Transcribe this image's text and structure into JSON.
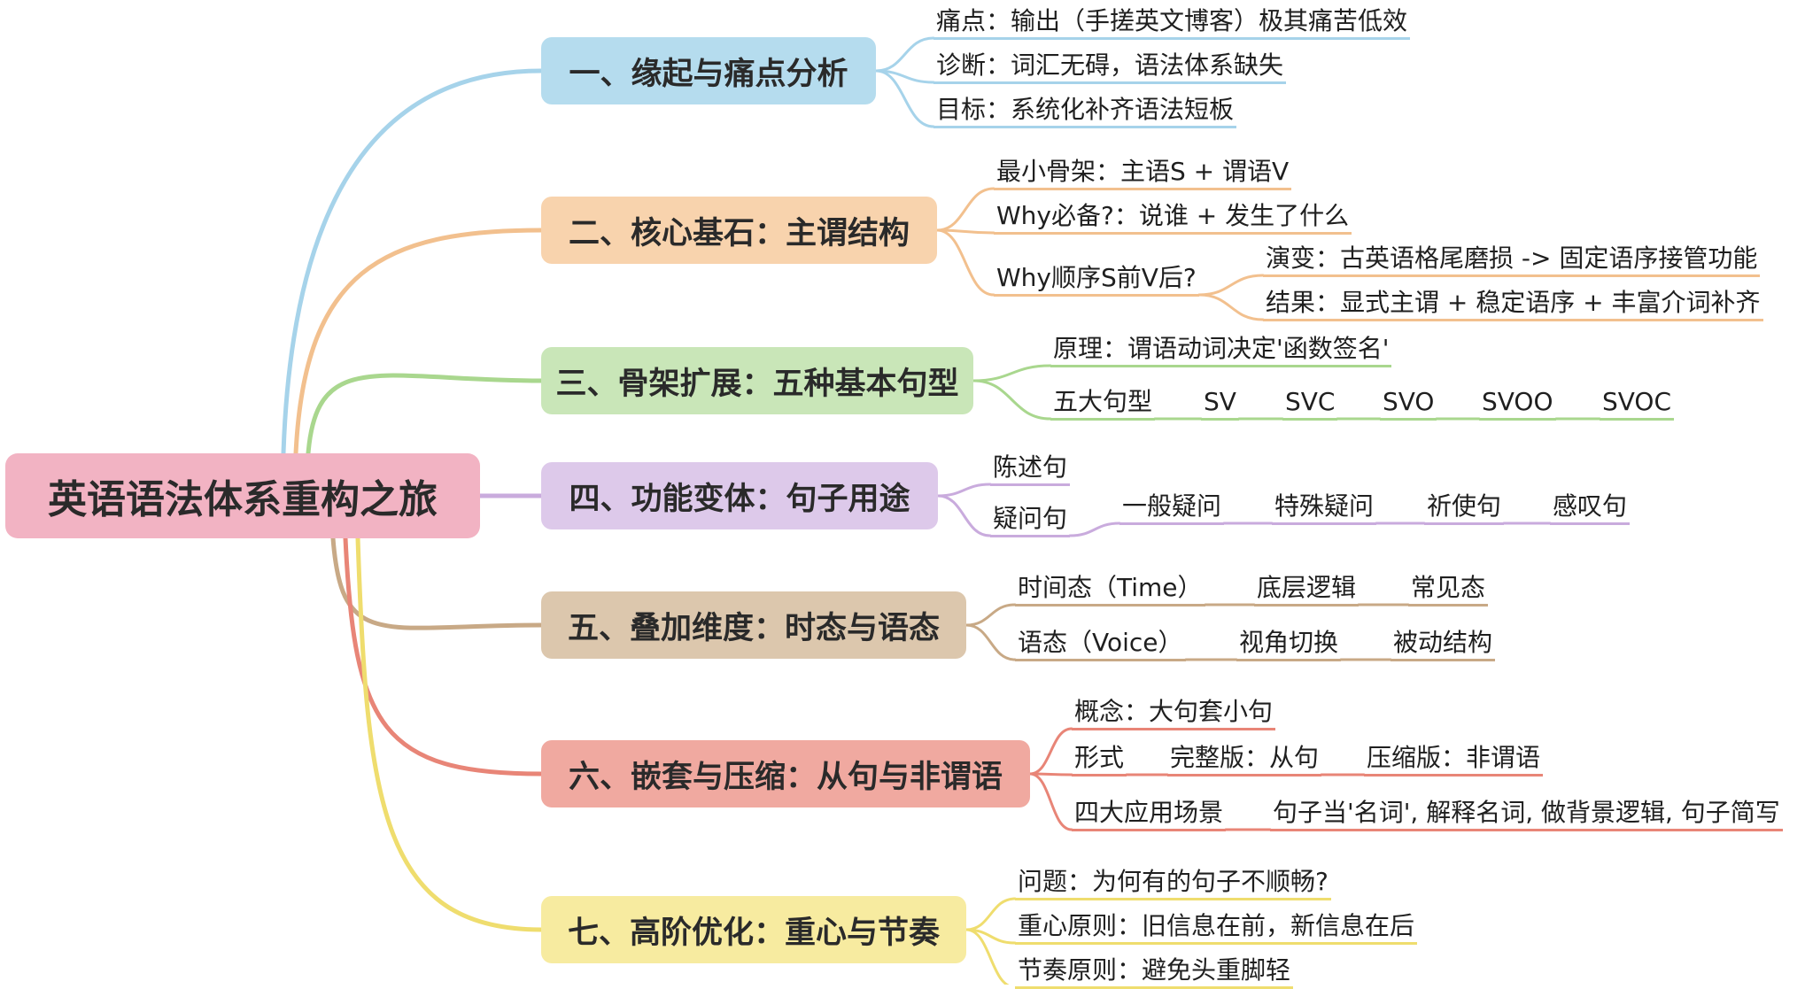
{
  "root": {
    "label": "英语语法体系重构之旅",
    "color": "#f2b3c3"
  },
  "branches": [
    {
      "label": "一、缘起与痛点分析",
      "fill": "#b5dcee",
      "stroke": "#a6d3ea",
      "items": [
        {
          "text": "痛点：输出（手搓英文博客）极其痛苦低效"
        },
        {
          "text": "诊断：词汇无碍，语法体系缺失"
        },
        {
          "text": "目标：系统化补齐语法短板"
        }
      ]
    },
    {
      "label": "二、核心基石：主谓结构",
      "fill": "#f8d3ad",
      "stroke": "#f2c08e",
      "items": [
        {
          "text": "最小骨架：主语S + 谓语V"
        },
        {
          "text": "Why必备?：说谁 + 发生了什么"
        },
        {
          "text": "Why顺序S前V后?",
          "children": [
            {
              "text": "演变：古英语格尾磨损 -> 固定语序接管功能"
            },
            {
              "text": "结果：显式主谓 + 稳定语序 + 丰富介词补齐"
            }
          ]
        }
      ]
    },
    {
      "label": "三、骨架扩展：五种基本句型",
      "fill": "#c9e6b8",
      "stroke": "#a9d78e",
      "items": [
        {
          "text": "原理：谓语动词决定'函数签名'"
        },
        {
          "text": "五大句型",
          "chain": [
            "SV",
            "SVC",
            "SVO",
            "SVOO",
            "SVOC"
          ]
        }
      ]
    },
    {
      "label": "四、功能变体：句子用途",
      "fill": "#ddc9ea",
      "stroke": "#c9abdd",
      "items": [
        {
          "text": "陈述句"
        },
        {
          "text": "疑问句",
          "chain": [
            "一般疑问",
            "特殊疑问",
            "祈使句",
            "感叹句"
          ]
        }
      ]
    },
    {
      "label": "五、叠加维度：时态与语态",
      "fill": "#dcc7ad",
      "stroke": "#c8a986",
      "items": [
        {
          "text": "时间态（Time）",
          "chain": [
            "底层逻辑",
            "常见态"
          ]
        },
        {
          "text": "语态（Voice）",
          "chain": [
            "视角切换",
            "被动结构"
          ]
        }
      ]
    },
    {
      "label": "六、嵌套与压缩：从句与非谓语",
      "fill": "#f0a9a0",
      "stroke": "#e88577",
      "items": [
        {
          "text": "概念：大句套小句"
        },
        {
          "text": "形式",
          "chain": [
            "完整版：从句",
            "压缩版：非谓语"
          ]
        },
        {
          "text": "四大应用场景",
          "chain": [
            "句子当'名词', 解释名词, 做背景逻辑, 句子简写"
          ]
        }
      ]
    },
    {
      "label": "七、高阶优化：重心与节奏",
      "fill": "#f7eba0",
      "stroke": "#efdd6e",
      "items": [
        {
          "text": "问题：为何有的句子不顺畅?"
        },
        {
          "text": "重心原则：旧信息在前，新信息在后"
        },
        {
          "text": "节奏原则：避免头重脚轻"
        }
      ]
    }
  ]
}
